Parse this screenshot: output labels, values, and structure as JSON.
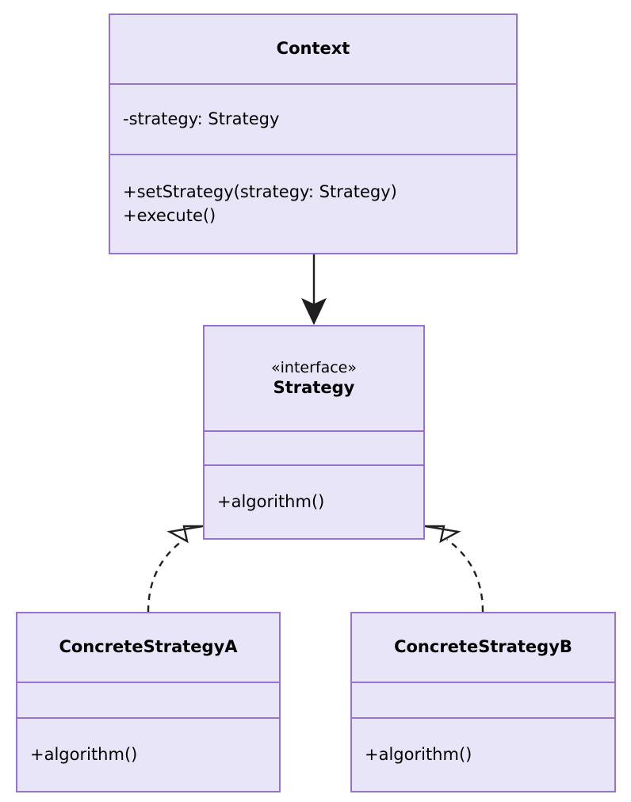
{
  "diagram": {
    "type": "uml-class-diagram",
    "pattern": "Strategy",
    "colors": {
      "node_fill": "#e9e5f9",
      "node_border": "#9673d3",
      "edge_stroke": "#1f1f1f",
      "text": "#000000",
      "background": "#ffffff"
    },
    "classes": [
      {
        "id": "context",
        "name": "Context",
        "stereotype": "",
        "attributes": [
          "-strategy: Strategy"
        ],
        "operations": [
          "+setStrategy(strategy: Strategy)",
          "+execute()"
        ]
      },
      {
        "id": "strategy",
        "name": "Strategy",
        "stereotype": "«interface»",
        "attributes": [],
        "operations": [
          "+algorithm()"
        ]
      },
      {
        "id": "concreteA",
        "name": "ConcreteStrategyA",
        "stereotype": "",
        "attributes": [],
        "operations": [
          "+algorithm()"
        ]
      },
      {
        "id": "concreteB",
        "name": "ConcreteStrategyB",
        "stereotype": "",
        "attributes": [],
        "operations": [
          "+algorithm()"
        ]
      }
    ],
    "relationships": [
      {
        "id": "context-uses-strategy",
        "from": "Context",
        "to": "Strategy",
        "style": "solid",
        "arrowhead": "filled-arrow",
        "label": ""
      },
      {
        "id": "concreteA-implements-strategy",
        "from": "ConcreteStrategyA",
        "to": "Strategy",
        "style": "dashed",
        "arrowhead": "hollow-triangle",
        "label": ""
      },
      {
        "id": "concreteB-implements-strategy",
        "from": "ConcreteStrategyB",
        "to": "Strategy",
        "style": "dashed",
        "arrowhead": "hollow-triangle",
        "label": ""
      }
    ]
  }
}
